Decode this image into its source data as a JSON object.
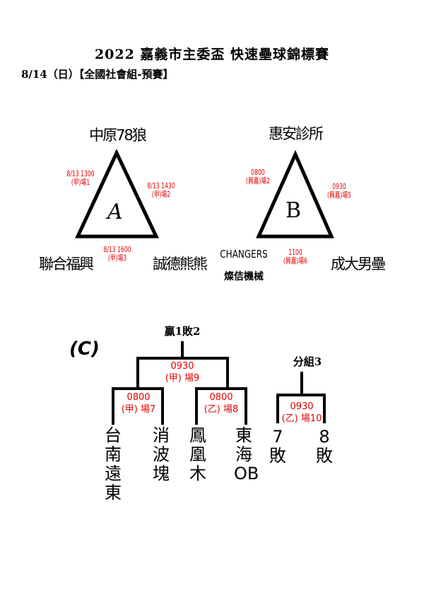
{
  "title": "2022 嘉義市主委盃 快速壘球錦標賽",
  "subtitle": "8/14（日）【全國社會組-預賽】",
  "group_a": {
    "letter": "A",
    "top": "中原78狼",
    "left": "聯合福興",
    "right": "誠德熊熊",
    "game_left": [
      "8/13 1300",
      "(甲)場1"
    ],
    "game_right": [
      "8/13 1430",
      "(甲)場2"
    ],
    "game_bottom": [
      "8/13 1600",
      "(甲)場3"
    ]
  },
  "group_b": {
    "letter": "B",
    "top": "惠安診所",
    "left": [
      "CHANGERS",
      "燦佶機械"
    ],
    "right": "成大男壘",
    "game_left": [
      "0800",
      "(興嘉)場2"
    ],
    "game_right": [
      "0930",
      "(興嘉)場5"
    ],
    "game_bottom": [
      "1100",
      "(興嘉)場6"
    ]
  },
  "group_c": {
    "label": "(C)",
    "final_label": "贏1敗2",
    "final_game": [
      "0930",
      "(甲) 場9"
    ],
    "semi_left": [
      "0800",
      "(甲) 場7"
    ],
    "semi_right": [
      "0800",
      "(乙) 場8"
    ],
    "teams": [
      "台南遠東",
      "消波塊",
      "鳳凰木",
      "東海OB"
    ],
    "third_label": "分組3",
    "third_game": [
      "0930",
      "(乙) 場10"
    ],
    "third_teams": [
      [
        "7",
        "敗"
      ],
      [
        "8",
        "敗"
      ]
    ]
  }
}
